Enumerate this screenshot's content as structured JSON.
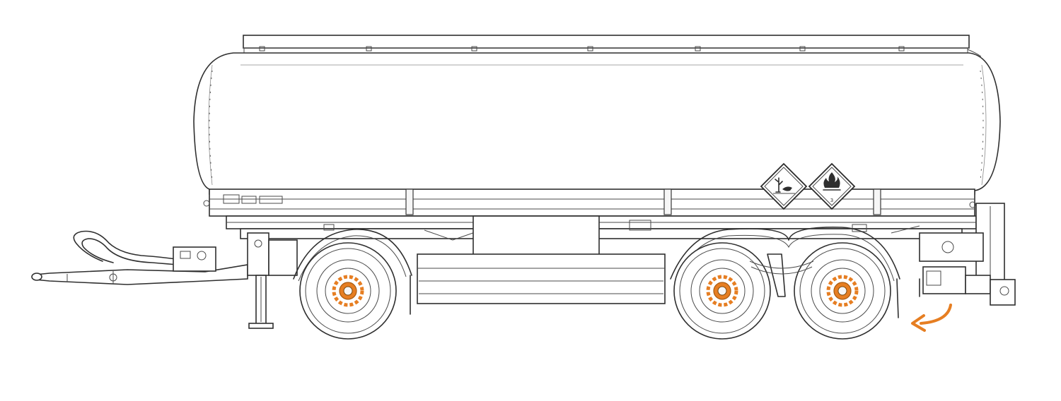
{
  "diagram": {
    "subject": "tank-trailer-side-view",
    "colors": {
      "line": "#2f2f2f",
      "background": "#ffffff",
      "highlight": "#e67e22"
    },
    "hazard_placards": [
      {
        "icon": "environmental-hazard-icon",
        "label": ""
      },
      {
        "icon": "flammable-flame-icon",
        "label": "3"
      }
    ],
    "highlighted_wheel_hubs": 3,
    "rear_arrow": {
      "icon": "curved-arrow-left-icon",
      "color": "#e67e22"
    }
  }
}
